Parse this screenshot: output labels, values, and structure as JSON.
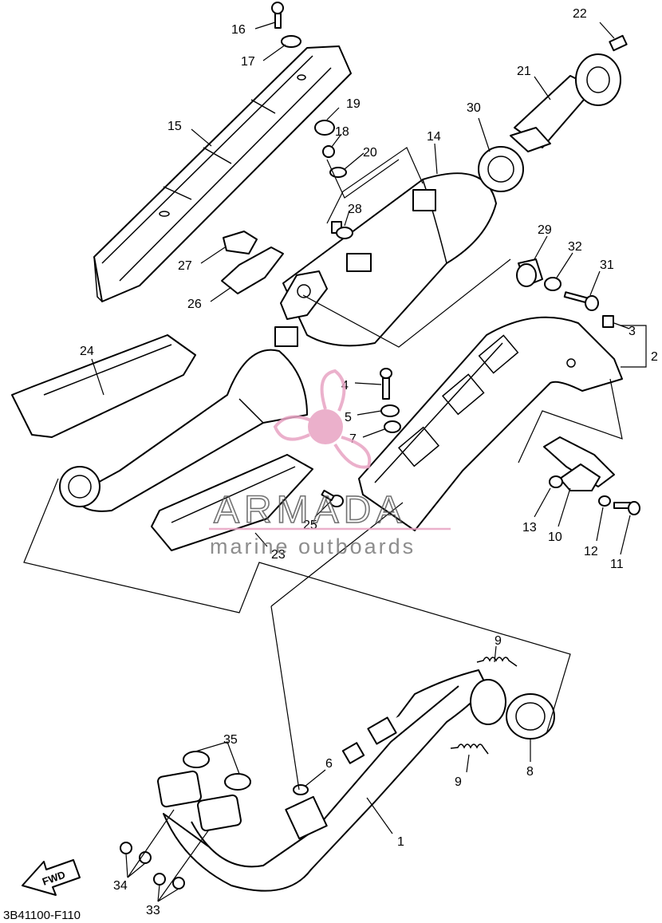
{
  "diagram_code": "3B41100-F110",
  "fwd_label": "FWD",
  "watermark": {
    "brand": "ARMADA",
    "tagline": "marine outboards",
    "logo_color": "#e8a3c3",
    "text_color": "#6a6a6a"
  },
  "callouts": [
    "1",
    "2",
    "3",
    "4",
    "5",
    "6",
    "7",
    "8",
    "9",
    "9",
    "10",
    "11",
    "12",
    "13",
    "14",
    "15",
    "16",
    "17",
    "18",
    "19",
    "20",
    "21",
    "22",
    "23",
    "24",
    "25",
    "26",
    "27",
    "28",
    "29",
    "30",
    "31",
    "32",
    "33",
    "34",
    "35"
  ]
}
